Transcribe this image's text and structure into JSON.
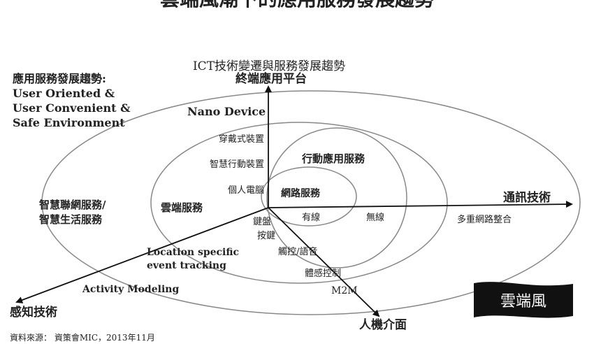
{
  "title": "雲端風潮下的應用服務發展趨勢",
  "top_label": "ICT技術變遷與服務發展趨勢",
  "axes": {
    "up": "終端應用平台",
    "right": "通訊技術",
    "lower_left": "感知技術",
    "lower_right": "人機介面"
  },
  "trend": {
    "heading": "應用服務發展趨勢:",
    "line1": "User Oriented &",
    "line2": "User Convenient &",
    "line3": "Safe Environment"
  },
  "labels": {
    "nano": "Nano Device",
    "wearable": "穿戴式裝置",
    "smart_mobile": "智慧行動裝置",
    "pc": "個人電腦",
    "cloud_service": "雲端服務",
    "mobile_app": "行動應用服務",
    "net_service": "網路服務",
    "wired": "有線",
    "wireless": "無線",
    "multi_net": "多重網路整合",
    "smart_net_1": "智慧聯網服務/",
    "smart_net_2": "智慧生活服務",
    "keyboard": "鍵盤",
    "button": "按鍵",
    "touch": "觸控/語音",
    "motion": "體感控制",
    "m2m": "M2M",
    "loc1": "Location specific",
    "loc2": "event tracking",
    "activity": "Activity Modeling"
  },
  "source": "資料來源： 資策會MIC，2013年11月",
  "banner": "雲端風"
}
